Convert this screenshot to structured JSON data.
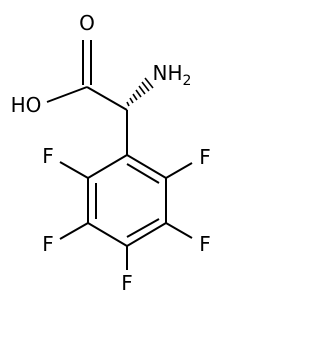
{
  "molecule": {
    "atoms": {
      "carbonyl_o": "O",
      "hydroxyl": "HO",
      "amine_n": "NH",
      "amine_sub": "2",
      "f_upper_left": "F",
      "f_upper_right": "F",
      "f_mid_left": "F",
      "f_mid_right": "F",
      "f_bottom": "F"
    }
  }
}
